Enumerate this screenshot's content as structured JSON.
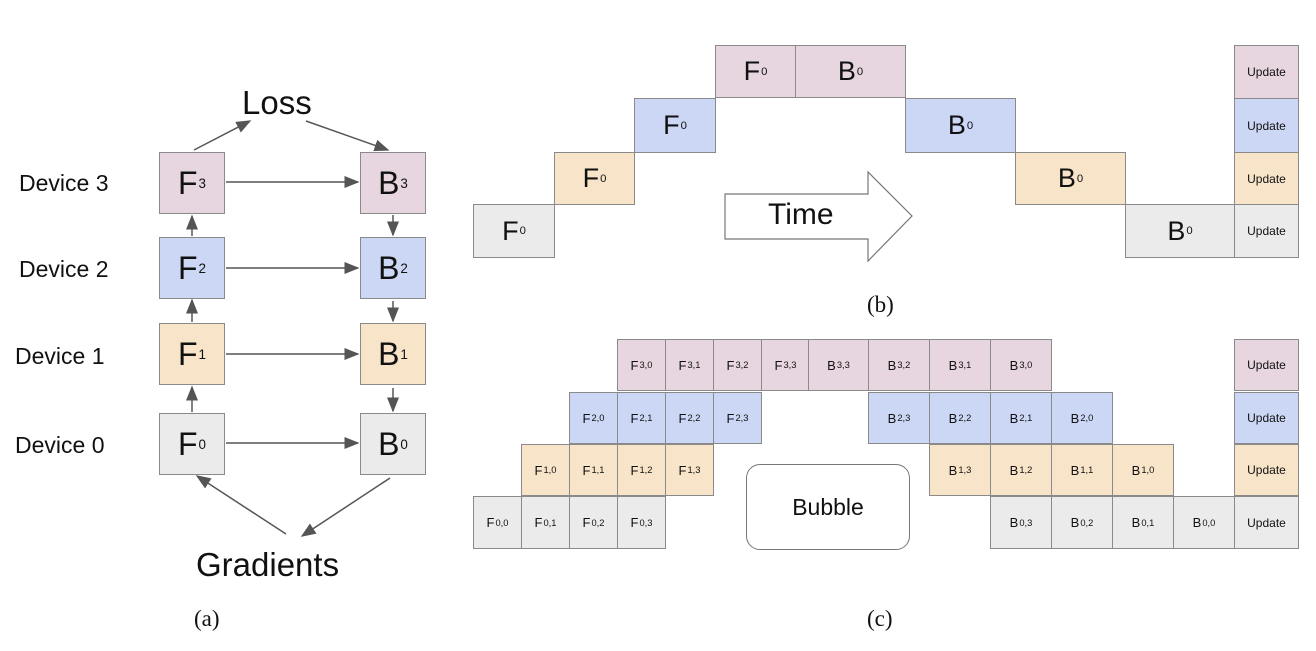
{
  "panel_a": {
    "caption": "(a)",
    "loss_label": "Loss",
    "gradients_label": "Gradients",
    "devices": [
      {
        "label": "Device 3",
        "forward": {
          "base": "F",
          "sub": "3"
        },
        "backward": {
          "base": "B",
          "sub": "3"
        },
        "color": "#e7d6e0"
      },
      {
        "label": "Device 2",
        "forward": {
          "base": "F",
          "sub": "2"
        },
        "backward": {
          "base": "B",
          "sub": "2"
        },
        "color": "#ccd6f5"
      },
      {
        "label": "Device 1",
        "forward": {
          "base": "F",
          "sub": "1"
        },
        "backward": {
          "base": "B",
          "sub": "1"
        },
        "color": "#f8e4c8"
      },
      {
        "label": "Device 0",
        "forward": {
          "base": "F",
          "sub": "0"
        },
        "backward": {
          "base": "B",
          "sub": "0"
        },
        "color": "#ebebeb"
      }
    ]
  },
  "panel_b": {
    "caption": "(b)",
    "time_label": "Time",
    "update_label": "Update",
    "forward_label": {
      "base": "F",
      "sub": "0"
    },
    "backward_label": {
      "base": "B",
      "sub": "0"
    }
  },
  "panel_c": {
    "caption": "(c)",
    "bubble_label": "Bubble",
    "update_label": "Update",
    "rows": [
      {
        "device": 3,
        "forward": [
          "3,0",
          "3,1",
          "3,2",
          "3,3"
        ],
        "backward": [
          "3,3",
          "3,2",
          "3,1",
          "3,0"
        ]
      },
      {
        "device": 2,
        "forward": [
          "2,0",
          "2,1",
          "2,2",
          "2,3"
        ],
        "backward": [
          "2,3",
          "2,2",
          "2,1",
          "2,0"
        ]
      },
      {
        "device": 1,
        "forward": [
          "1,0",
          "1,1",
          "1,2",
          "1,3"
        ],
        "backward": [
          "1,3",
          "1,2",
          "1,1",
          "1,0"
        ]
      },
      {
        "device": 0,
        "forward": [
          "0,0",
          "0,1",
          "0,2",
          "0,3"
        ],
        "backward": [
          "0,3",
          "0,2",
          "0,1",
          "0,0"
        ]
      }
    ]
  }
}
